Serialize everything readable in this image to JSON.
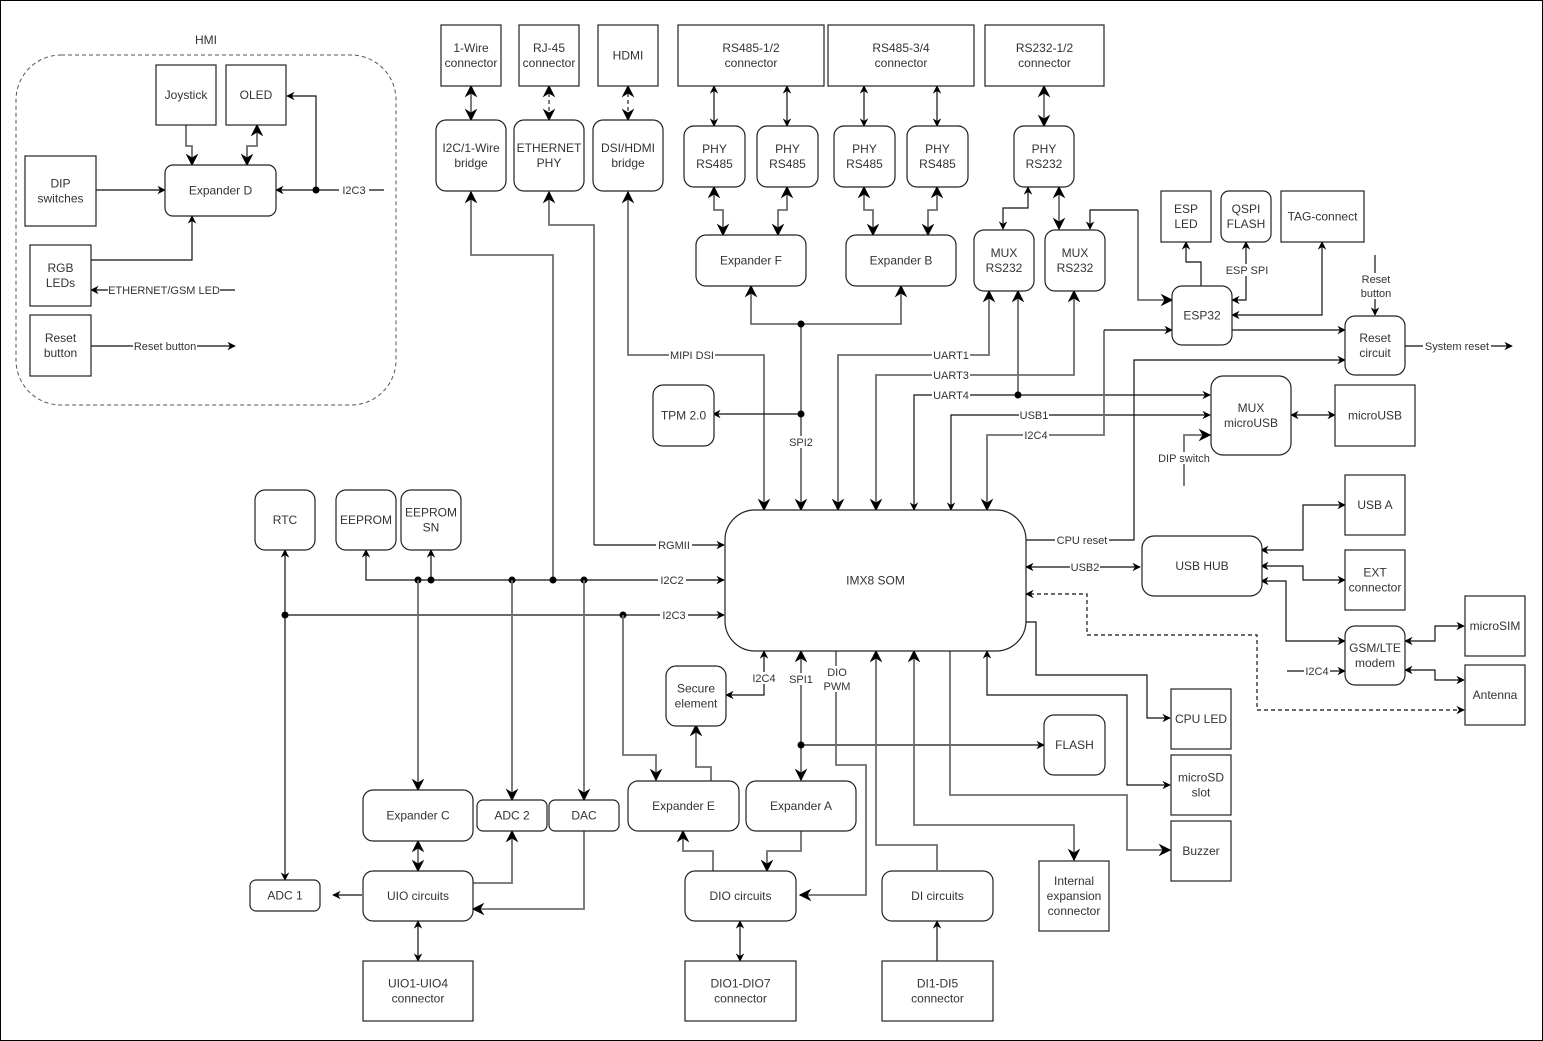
{
  "hmi": {
    "title": "HMI"
  },
  "blocks": {
    "joystick": "Joystick",
    "oled": "OLED",
    "dip_switches": [
      "DIP",
      "switches"
    ],
    "expander_d": "Expander D",
    "rgb_leds": [
      "RGB",
      "LEDs"
    ],
    "reset_button": [
      "Reset",
      "button"
    ],
    "onewire_conn": [
      "1-Wire",
      "connector"
    ],
    "rj45_conn": [
      "RJ-45",
      "connector"
    ],
    "hdmi": "HDMI",
    "rs485_12_conn": [
      "RS485-1/2",
      "connector"
    ],
    "rs485_34_conn": [
      "RS485-3/4",
      "connector"
    ],
    "rs232_12_conn": [
      "RS232-1/2",
      "connector"
    ],
    "i2c_1wire_bridge": [
      "I2C/1-Wire",
      "bridge"
    ],
    "ethernet_phy": [
      "ETHERNET",
      "PHY"
    ],
    "dsi_hdmi_bridge": [
      "DSI/HDMI",
      "bridge"
    ],
    "phy_rs485": [
      "PHY",
      "RS485"
    ],
    "phy_rs232": [
      "PHY",
      "RS232"
    ],
    "expander_f": "Expander F",
    "expander_b": "Expander B",
    "mux_rs232": [
      "MUX",
      "RS232"
    ],
    "esp_led": [
      "ESP",
      "LED"
    ],
    "qspi_flash": [
      "QSPI",
      "FLASH"
    ],
    "tag_connect": "TAG-connect",
    "esp32": "ESP32",
    "reset_circuit": [
      "Reset",
      "circuit"
    ],
    "tpm": "TPM 2.0",
    "mux_microusb": [
      "MUX",
      "microUSB"
    ],
    "microusb": "microUSB",
    "rtc": "RTC",
    "eeprom": "EEPROM",
    "eeprom_sn": [
      "EEPROM",
      "SN"
    ],
    "imx8_som": "IMX8 SOM",
    "usb_hub": "USB HUB",
    "usb_a": "USB A",
    "ext_connector": [
      "EXT",
      "connector"
    ],
    "microsim": "microSIM",
    "gsm_modem": [
      "GSM/LTE",
      "modem"
    ],
    "antenna": "Antenna",
    "secure_element": [
      "Secure",
      "element"
    ],
    "cpu_led": "CPU LED",
    "flash": "FLASH",
    "microsd": [
      "microSD",
      "slot"
    ],
    "buzzer": "Buzzer",
    "expander_c": "Expander C",
    "adc2": "ADC 2",
    "dac": "DAC",
    "expander_e": "Expander E",
    "expander_a": "Expander A",
    "adc1": "ADC 1",
    "uio_circuits": "UIO circuits",
    "dio_circuits": "DIO circuits",
    "di_circuits": "DI circuits",
    "internal_expansion": [
      "Internal",
      "expansion",
      "connector"
    ],
    "uio_connector": [
      "UIO1-UIO4",
      "connector"
    ],
    "dio_connector": [
      "DIO1-DIO7",
      "connector"
    ],
    "di_connector": [
      "DI1-DI5",
      "connector"
    ]
  },
  "labels": {
    "i2c3_hmi": "I2C3",
    "eth_gsm_led": "ETHERNET/GSM LED",
    "reset_button_sig": "Reset button",
    "mipi_dsi": "MIPI DSI",
    "uart1": "UART1",
    "uart3": "UART3",
    "uart4": "UART4",
    "usb1": "USB1",
    "i2c4_top": "I2C4",
    "spi2": "SPI2",
    "esp_spi": "ESP SPI",
    "reset_button_in": [
      "Reset",
      "button"
    ],
    "system_reset": "System reset",
    "dip_switch": "DIP switch",
    "rgmii": "RGMII",
    "i2c2": "I2C2",
    "i2c3": "I2C3",
    "cpu_reset": "CPU reset",
    "usb2": "USB2",
    "i2c4_modem": "I2C4",
    "i2c4_bottom": "I2C4",
    "spi1": "SPI1",
    "dio_pwm": [
      "DIO",
      "PWM"
    ]
  }
}
